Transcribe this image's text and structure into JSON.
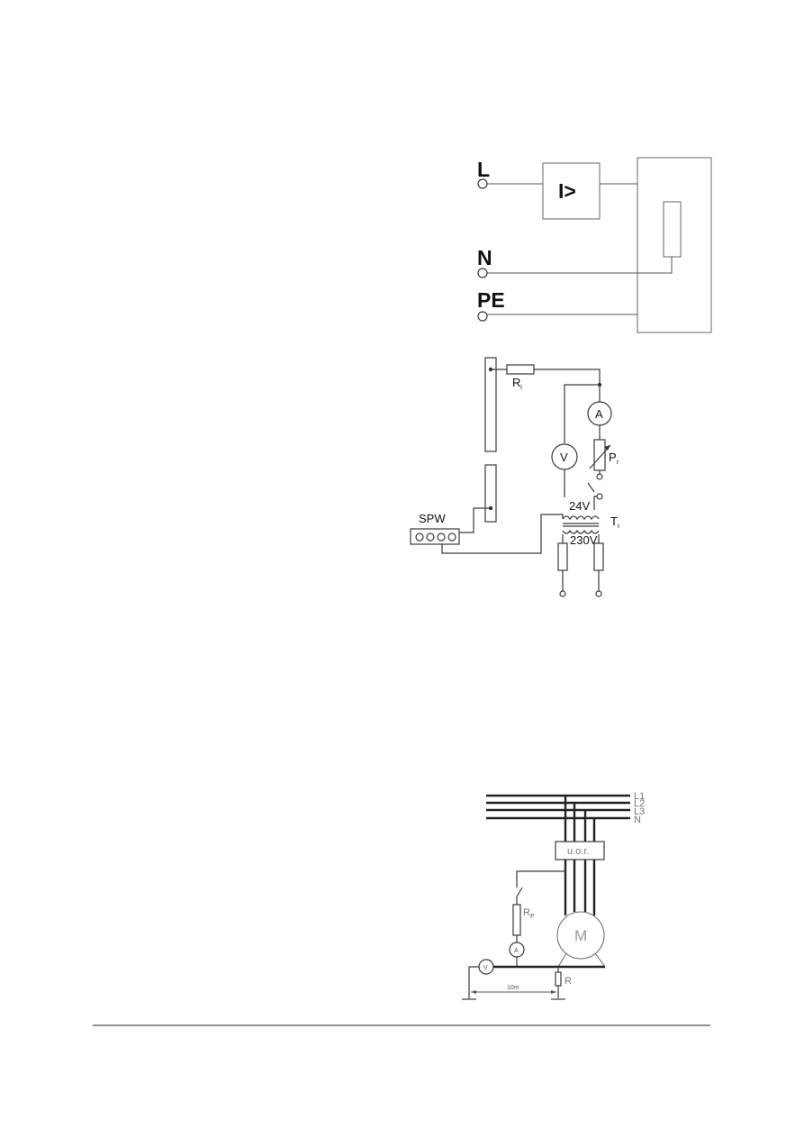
{
  "diagram1": {
    "terminal_l": "L",
    "terminal_n": "N",
    "terminal_pe": "PE",
    "relay_label": "I>"
  },
  "diagram2": {
    "resistor_label": "R",
    "resistor_sub": "I",
    "ammeter": "A",
    "voltmeter": "V",
    "pot_label": "P",
    "pot_sub": "r",
    "v24": "24V",
    "v230": "230V",
    "trafo_label": "T",
    "trafo_sub": "r",
    "spw": "SPW"
  },
  "diagram3": {
    "bus": [
      "L1",
      "L2",
      "L3",
      "N"
    ],
    "box_label": "u.o.r.",
    "rp_label": "R",
    "rp_sub": "P",
    "ammeter": "A",
    "voltmeter": "V",
    "motor": "M",
    "r_label": "R",
    "distance": "10m"
  }
}
